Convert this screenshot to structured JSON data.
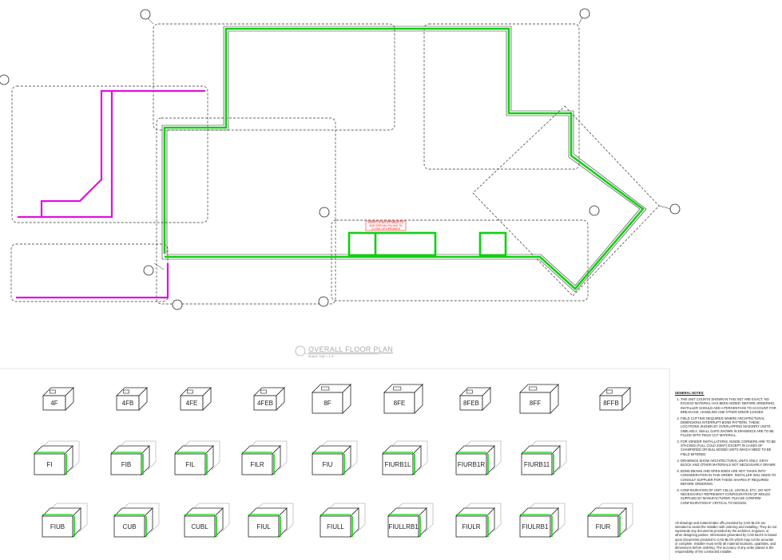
{
  "drawing": {
    "title": "OVERALL FLOOR PLAN",
    "scale": "SCALE: 1/16\" = 1'-0\"",
    "view_number": "1",
    "warning_note": "VERIFY IF ACCEPTABLE TO ADD SPECIAL FILLING TO CLOSE UP OPENINGS"
  },
  "blocks": [
    {
      "id": "4F",
      "label": "4F"
    },
    {
      "id": "4FB",
      "label": "4FB"
    },
    {
      "id": "4FE",
      "label": "4FE"
    },
    {
      "id": "4FEB",
      "label": "4FEB"
    },
    {
      "id": "8F",
      "label": "8F"
    },
    {
      "id": "8FE",
      "label": "8FE"
    },
    {
      "id": "8FEB",
      "label": "8FEB"
    },
    {
      "id": "8FF",
      "label": "8FF"
    },
    {
      "id": "8FFB",
      "label": "8FFB"
    },
    {
      "id": "FI",
      "label": "FI"
    },
    {
      "id": "FIB",
      "label": "FIB"
    },
    {
      "id": "FIL",
      "label": "FIL"
    },
    {
      "id": "FILR",
      "label": "FILR"
    },
    {
      "id": "FIU",
      "label": "FIU"
    },
    {
      "id": "FIURB1L",
      "label": "FIURB1L"
    },
    {
      "id": "FIURB1R",
      "label": "FIURB1R"
    },
    {
      "id": "FIURB11",
      "label": "FIURB11"
    },
    {
      "id": "FIUB",
      "label": "FIUB"
    },
    {
      "id": "CUB",
      "label": "CUB"
    },
    {
      "id": "CUBL",
      "label": "CUBL"
    },
    {
      "id": "FIUL",
      "label": "FIUL"
    },
    {
      "id": "FIULL",
      "label": "FIULL"
    },
    {
      "id": "FIULLRB1",
      "label": "FIULLRB1"
    },
    {
      "id": "FIULR",
      "label": "FIULR"
    },
    {
      "id": "FIULRB1",
      "label": "FIULRB1"
    },
    {
      "id": "FIUR",
      "label": "FIUR"
    }
  ],
  "notes": {
    "header": "GENERAL NOTES:",
    "items": [
      "THE UNIT COUNTS SHOWN IN THIS SET ARE EXACT. NO EXCESS MATERIAL HAS BEEN ADDED. BEFORE ORDERING, INSTALLER SHOULD ADD A PERCENTAGE TO ACCOUNT FOR BREAKAGE, HANDLING AND OTHER MINOR LOSSES.",
      "FIELD CUTTING REQUIRED WHERE ARCHITECTURAL DIMENSIONS INTERRUPT BOND PATTERN. THESE LOCATIONS SHOWN BY OVERLAPPING MASONRY UNITS. SIMILARLY, SMALL GAPS SHOWN IN DRAWINGS ARE TO BE FILLED WITH FIELD CUT MATERIAL.",
      "FOR VENEER INSTALLATIONS, INSIDE CORNERS ARE TO BE STACKED (FULL COLD JOINT) EXCEPT IN CASES OF CHAMFERED OR BULLNOSED UNITS WHICH NEED TO BE FIELD MITERED.",
      "DRAWINGS SHOW ARCHITECTURAL UNITS ONLY. GRAY BLOCK AND OTHER MATERIALS NOT NECESSARILY DRAWN.",
      "BOND BEAMS AND OPEN ENDS ARE NOT TAKEN INTO CONSIDERATION IN THIS ORDER. INSTALLER WILL NEED TO CONSULT SUPPLIER FOR THESE SHAPES IF REQUIRED BEFORE ORDERING.",
      "CONFIGURATION OF UNIT CELLS, LINTELS, ETC. DO NOT NECESSARILY REPRESENT CONFIGURATION OF MOLDS SUPPLIED BY MANUFACTURER. PLEASE CONFIRM CONFIGURATION IF CRITICAL TO DESIGN."
    ],
    "disclaimer": "All drawings and material take offs provided by CAD BLOX are intended to assist the installer with ordering and installing. They do not supersede any documents provided by the architect, engineer, or other designing parties. Information generated by CAD BLOX is based upon documents provided to CAD BLOX which may not be accurate or complete. Installer must verify all material locations, quantities, and dimensions before ordering. The accuracy of any order placed is the responsibility of the contracted installer."
  },
  "colors": {
    "wall_fill": "#10d010",
    "veneer_magenta": "#e010e0",
    "warning_red": "#ff0000",
    "line": "#222222"
  }
}
